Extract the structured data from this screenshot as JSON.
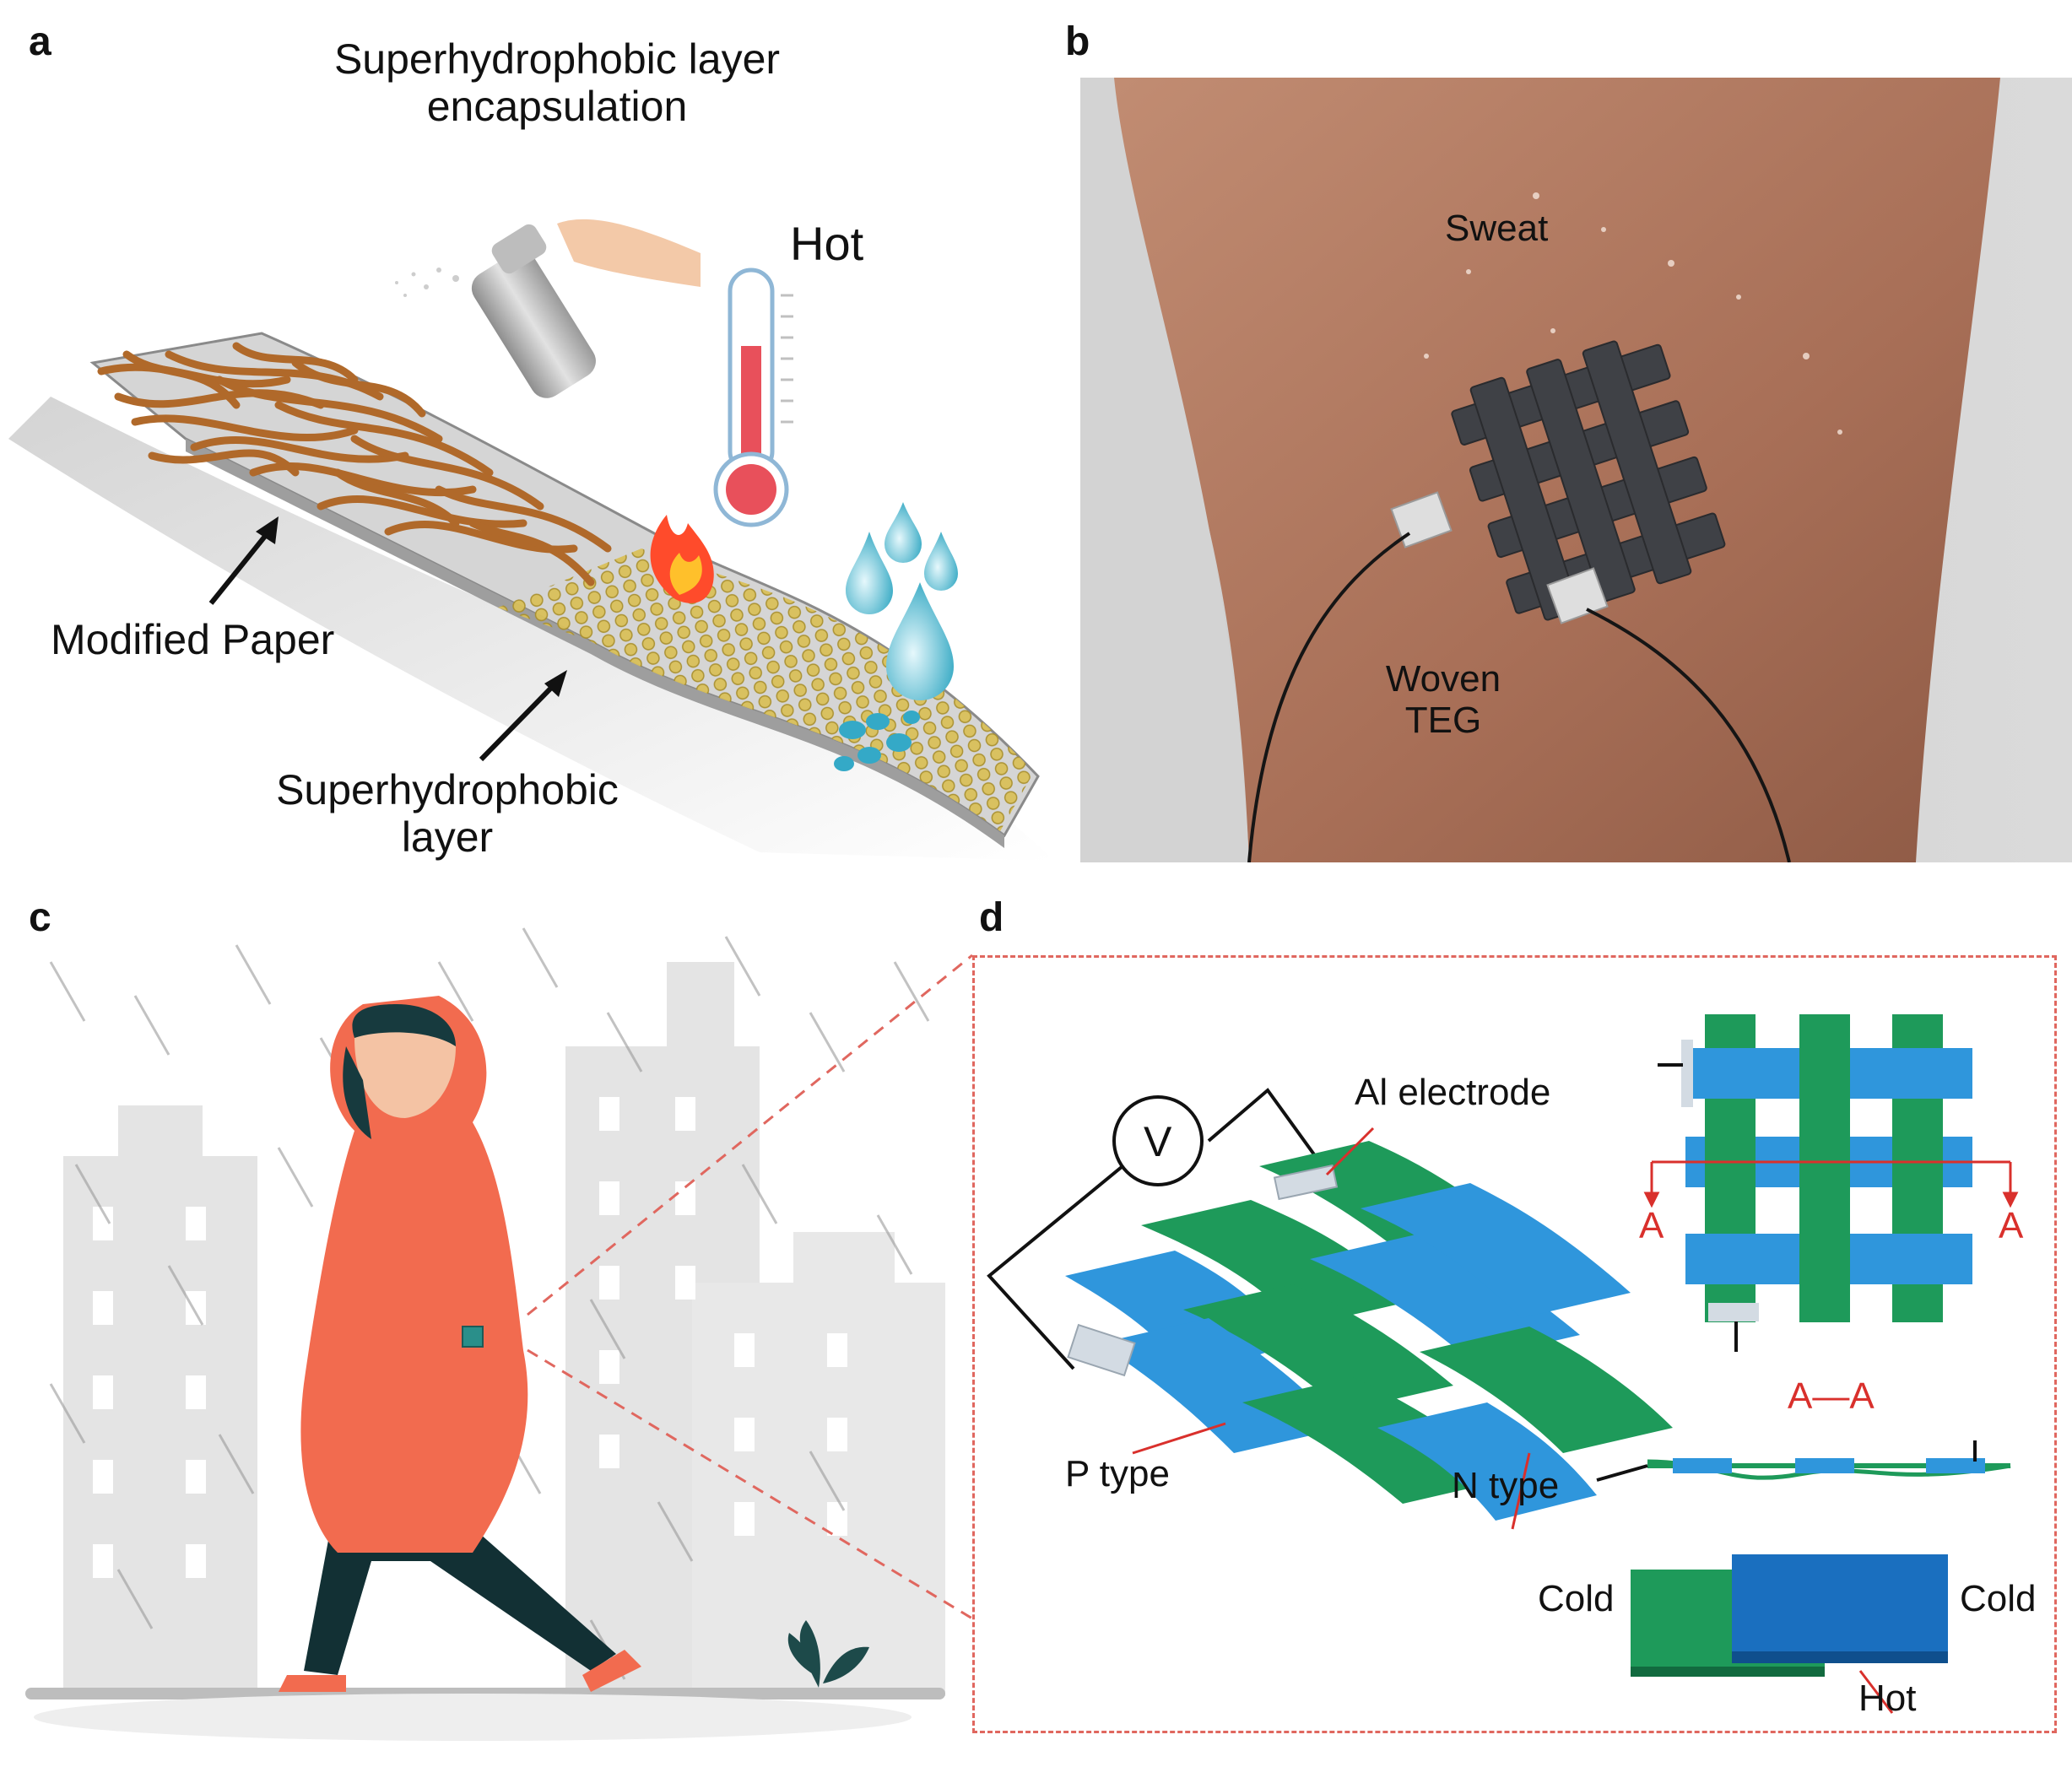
{
  "panels": {
    "a": {
      "letter": "a",
      "title_line1": "Superhydrophobic layer",
      "title_line2": "encapsulation",
      "hot_label": "Hot",
      "modified_paper_label": "Modified Paper",
      "superhydrophobic_label_line1": "Superhydrophobic",
      "superhydrophobic_label_line2": "layer"
    },
    "b": {
      "letter": "b",
      "sweat_label": "Sweat",
      "teg_label_line1": "Woven",
      "teg_label_line2": "TEG"
    },
    "c": {
      "letter": "c"
    },
    "d": {
      "letter": "d",
      "al_electrode_label": "Al electrode",
      "voltmeter_symbol": "V",
      "p_type_label": "P type",
      "n_type_label": "N type",
      "section_left": "A",
      "section_right": "A",
      "section_title": "A—A",
      "cold_left": "Cold",
      "cold_right": "Cold",
      "hot_label": "Hot"
    }
  },
  "colors": {
    "p_type_green": "#1e9a5a",
    "n_type_blue": "#2f96dc",
    "section_red": "#d9302c",
    "dashed_red": "#e0675f",
    "raincoat": "#f26b4f",
    "fiber_brown": "#b0692a",
    "thermometer_red": "#e8505b",
    "droplet_teal": "#3bb0c9",
    "skin": "#b07a62"
  }
}
